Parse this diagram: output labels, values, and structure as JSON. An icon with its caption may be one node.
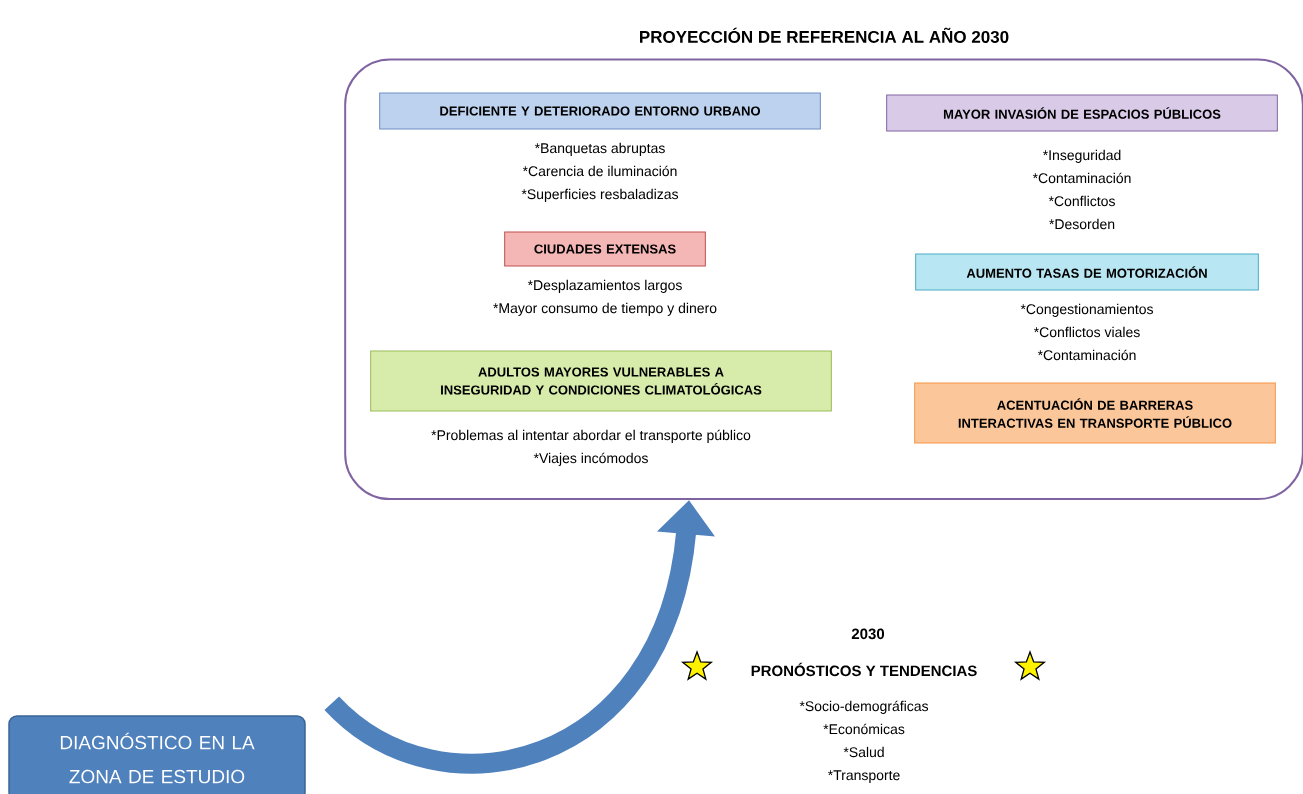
{
  "diagram": {
    "nodes": [
      {
        "text": [
          "PROYECCIÓN DE REFERENCIA AL AÑO 2030"
        ]
      },
      {
        "text": [
          "DEFICIENTE Y DETERIORADO ENTORNO URBANO"
        ],
        "in": 0,
        "beside": [
          "*Banquetas abruptas",
          "*Carencia de iluminación",
          "*Superficies resbaladizas"
        ]
      },
      {
        "text": [
          "CIUDADES EXTENSAS"
        ],
        "in": 0,
        "beside": [
          "*Desplazamientos largos",
          "*Mayor consumo de tiempo y dinero"
        ]
      },
      {
        "text": [
          "ADULTOS MAYORES VULNERABLES A INSEGURIDAD Y CONDICIONES CLIMATOLÓGICAS"
        ],
        "in": 0,
        "beside": [
          "*Problemas al intentar abordar el transporte público",
          "*Viajes incómodos"
        ]
      },
      {
        "text": [
          "MAYOR INVASIÓN DE ESPACIOS PÚBLICOS"
        ],
        "in": 0,
        "beside": [
          "*Inseguridad",
          "*Contaminación",
          "*Conflictos",
          "*Desorden"
        ]
      },
      {
        "text": [
          "AUMENTO TASAS DE MOTORIZACIÓN"
        ],
        "in": 0,
        "beside": [
          "*Congestionamientos",
          "*Conflictos viales",
          "*Contaminación"
        ]
      },
      {
        "text": [
          "ACENTUACIÓN DE BARRERAS INTERACTIVAS EN TRANSPORTE PÚBLICO"
        ],
        "in": 0
      },
      {
        "text": [
          "DIAGNÓSTICO EN LA ZONA DE ESTUDIO"
        ]
      }
    ],
    "edges": [
      {
        "from": 7,
        "to": 0,
        "arrow": "to",
        "color": "#4f81bd"
      }
    ],
    "labels": [
      "2030",
      "PRONÓSTICOS Y TENDENCIAS",
      "*Socio-demográficas",
      "*Económicas",
      "*Salud",
      "*Transporte"
    ]
  }
}
